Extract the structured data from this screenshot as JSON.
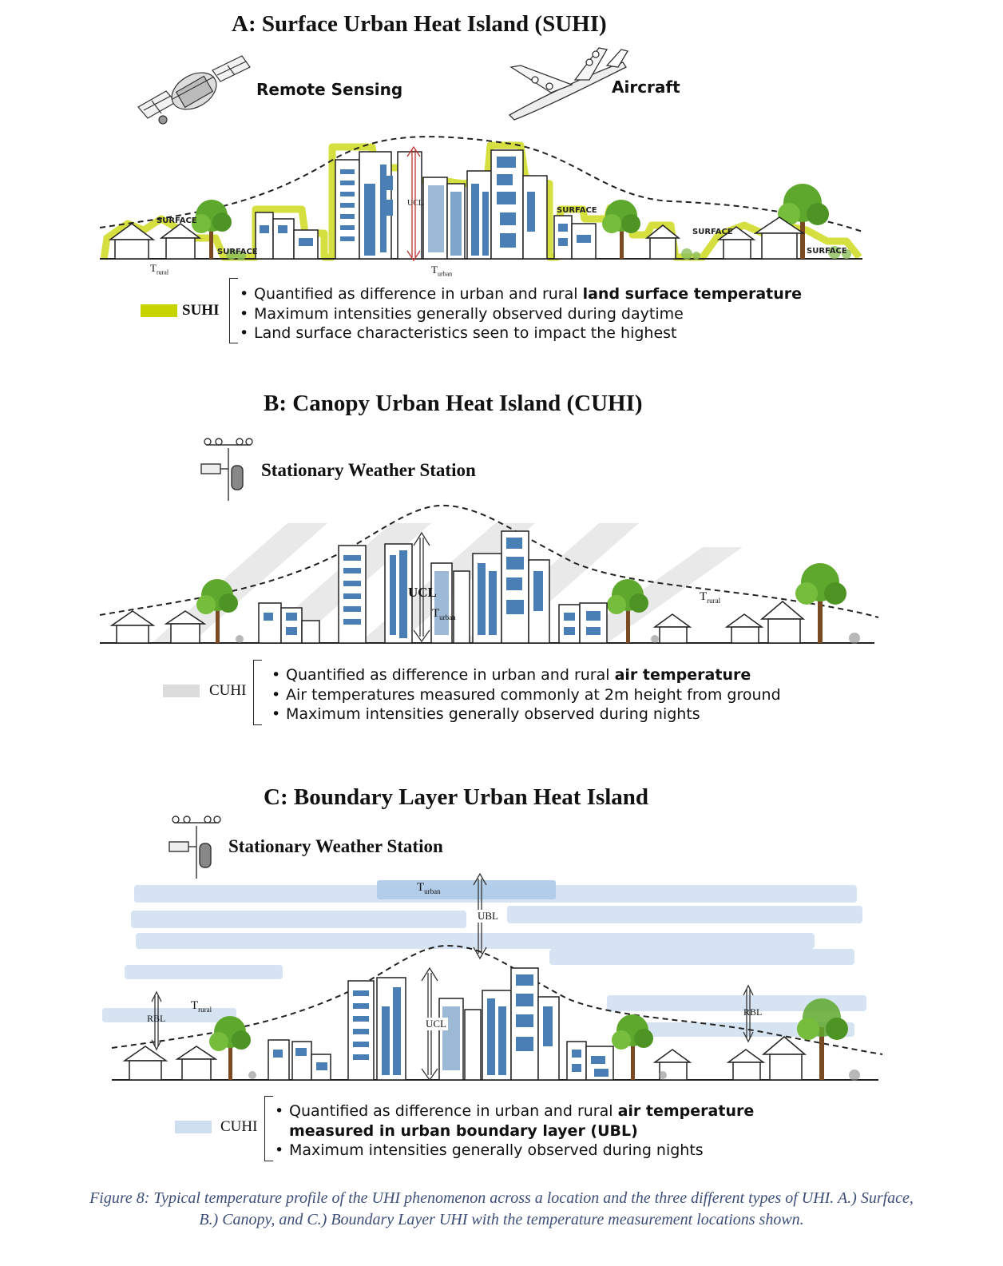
{
  "panel_a": {
    "title": "A: Surface Urban Heat Island (SUHI)",
    "instrument_1": "Remote Sensing",
    "instrument_2": "Aircraft",
    "surface_labels": [
      "SURFACE",
      "SURFACE",
      "SURFACE",
      "SURFACE",
      "SURFACE"
    ],
    "ucl": "UCL",
    "t_rural": "T",
    "t_rural_sub": "rural",
    "t_urban": "T",
    "t_urban_sub": "urban",
    "legend_label": "SUHI",
    "legend_color": "#c8d400",
    "bullet_1_pre": "Quantified as difference in urban and rural ",
    "bullet_1_bold": "land surface temperature",
    "bullet_2": "Maximum intensities generally observed during daytime",
    "bullet_3": "Land surface characteristics seen to impact the highest"
  },
  "panel_b": {
    "title": "B: Canopy Urban Heat Island (CUHI)",
    "instrument": "Stationary Weather Station",
    "ucl": "UCL",
    "t_urban": "T",
    "t_urban_sub": "urban",
    "t_rural": "T",
    "t_rural_sub": "rural",
    "legend_label": "CUHI",
    "legend_color": "#dcdcdc",
    "bullet_1_pre": "Quantified as difference in urban and rural ",
    "bullet_1_bold": "air temperature",
    "bullet_2": "Air temperatures measured commonly at 2m height from ground",
    "bullet_3": "Maximum intensities generally observed during nights"
  },
  "panel_c": {
    "title": "C: Boundary Layer Urban Heat Island",
    "instrument": "Stationary Weather Station",
    "t_urban": "T",
    "t_urban_sub": "urban",
    "ubl": "UBL",
    "ucl": "UCL",
    "rbl_left": "RBL",
    "rbl_right": "RBL",
    "t_rural": "T",
    "t_rural_sub": "rural",
    "legend_label": "CUHI",
    "legend_color": "#cfdff0",
    "bullet_1_pre": "Quantified as difference in urban and rural ",
    "bullet_1_bold": "air temperature",
    "bullet_1_line2": "measured in urban boundary layer (UBL)",
    "bullet_2": "Maximum intensities generally observed during nights"
  },
  "caption_line_1": "Figure 8: Typical temperature profile of the UHI phenomenon across a location and the three different types of UHI. A.) Surface,",
  "caption_line_2": "B.) Canopy, and C.) Boundary Layer UHI with the temperature measurement locations shown.",
  "colors": {
    "building_blue": "#4a7fb5",
    "tree_green": "#5fa82e",
    "trunk_brown": "#7a4a22"
  }
}
